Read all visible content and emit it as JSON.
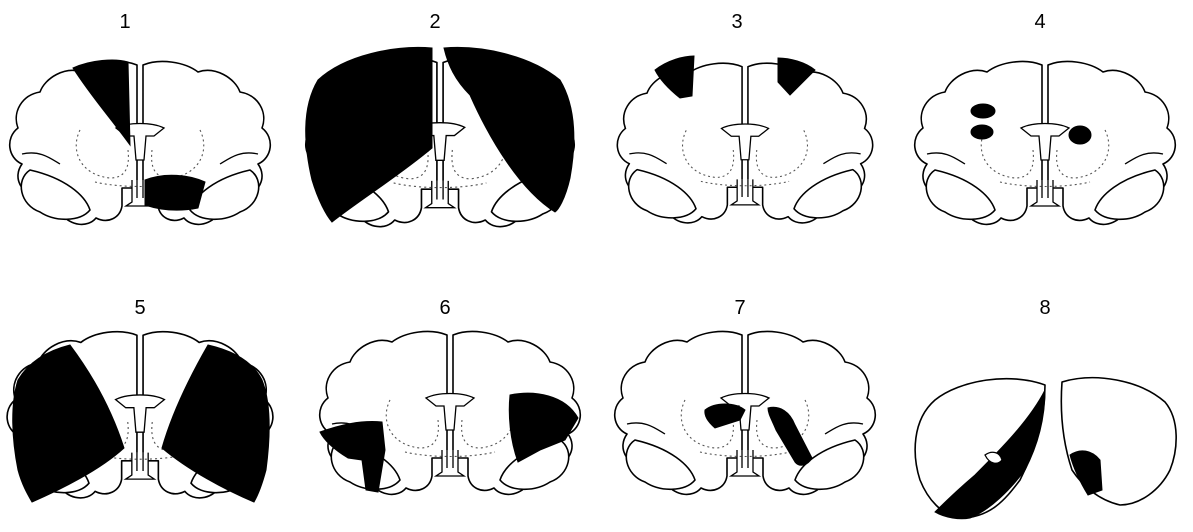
{
  "figure": {
    "panels": [
      {
        "label": "1"
      },
      {
        "label": "2"
      },
      {
        "label": "3"
      },
      {
        "label": "4"
      },
      {
        "label": "5"
      },
      {
        "label": "6"
      },
      {
        "label": "7"
      },
      {
        "label": "8"
      }
    ]
  }
}
